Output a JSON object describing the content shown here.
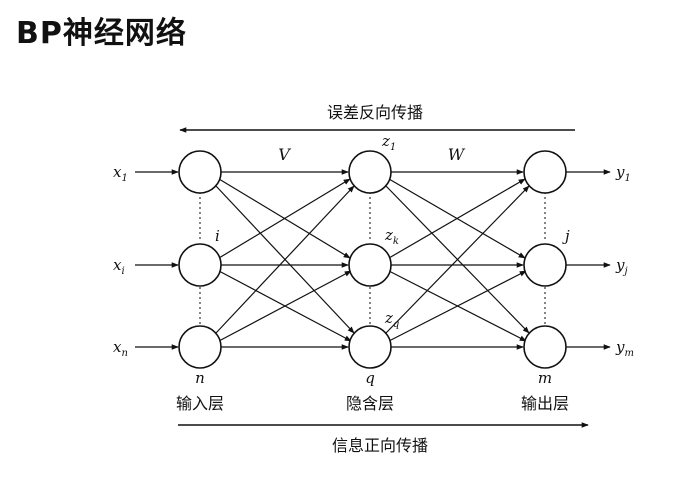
{
  "title": "BP神经网络",
  "arrows": {
    "backward_label": "误差反向传播",
    "forward_label": "信息正向传播"
  },
  "weights": {
    "input_hidden": "V",
    "hidden_output": "W"
  },
  "inputs": [
    {
      "base": "x",
      "sub": "1"
    },
    {
      "base": "x",
      "sub": "i"
    },
    {
      "base": "x",
      "sub": "n"
    }
  ],
  "outputs": [
    {
      "base": "y",
      "sub": "1"
    },
    {
      "base": "y",
      "sub": "j"
    },
    {
      "base": "y",
      "sub": "m"
    }
  ],
  "hidden_labels": [
    {
      "base": "z",
      "sub": "1"
    },
    {
      "base": "z",
      "sub": "k"
    },
    {
      "base": "z",
      "sub": "q"
    }
  ],
  "node_labels": {
    "input_mid": "i",
    "output_mid": "j",
    "input_count": "n",
    "hidden_count": "q",
    "output_count": "m"
  },
  "layers": {
    "input": "输入层",
    "hidden": "隐含层",
    "output": "输出层"
  }
}
